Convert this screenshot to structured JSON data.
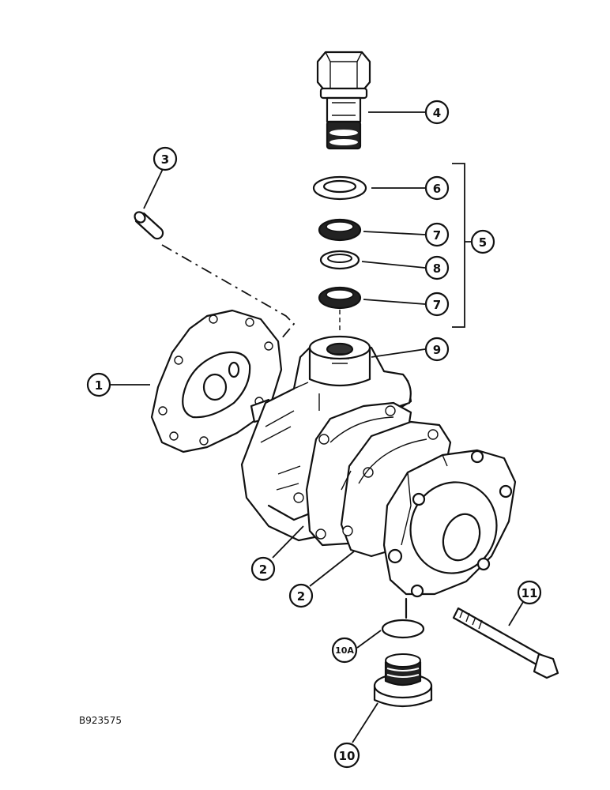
{
  "figure_id": "B923575",
  "callouts": [
    {
      "label": "1"
    },
    {
      "label": "2"
    },
    {
      "label": "2"
    },
    {
      "label": "3"
    },
    {
      "label": "4"
    },
    {
      "label": "5"
    },
    {
      "label": "6"
    },
    {
      "label": "7"
    },
    {
      "label": "8"
    },
    {
      "label": "7"
    },
    {
      "label": "9"
    },
    {
      "label": "10A"
    },
    {
      "label": "10"
    },
    {
      "label": "11"
    }
  ]
}
